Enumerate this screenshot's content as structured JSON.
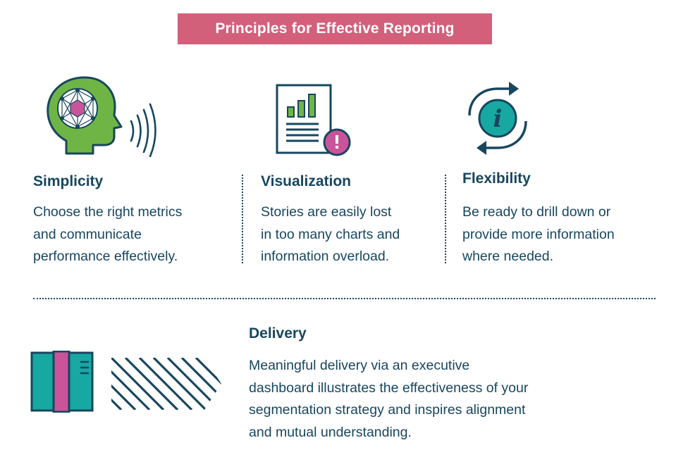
{
  "title": "Principles for Effective Reporting",
  "colors": {
    "navy": "#17465e",
    "teal": "#17a8a2",
    "green": "#6fb545",
    "pink": "#d2607a",
    "magenta": "#c9549a"
  },
  "principles": [
    {
      "icon": "head-brain-icon",
      "heading": "Simplicity",
      "text": "Choose the right metrics\nand communicate\nperformance effectively."
    },
    {
      "icon": "report-chart-icon",
      "heading": "Visualization",
      "text": "Stories are easily lost\nin too many charts and\ninformation overload."
    },
    {
      "icon": "info-cycle-icon",
      "heading": "Flexibility",
      "text": "Be ready to drill down or\nprovide more information\nwhere needed."
    }
  ],
  "delivery": {
    "icon": "dashboard-delivery-icon",
    "heading": "Delivery",
    "text": "Meaningful delivery via an executive\ndashboard illustrates the effectiveness of your\nsegmentation strategy and inspires alignment\nand mutual understanding."
  }
}
